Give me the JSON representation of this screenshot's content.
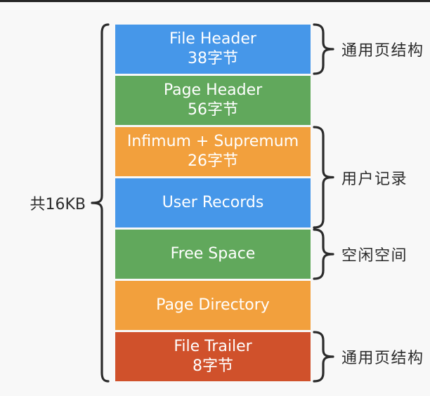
{
  "colors": {
    "background": "#f8f8f8",
    "top_bar": "#262626",
    "brace": "#2b2b2b",
    "annotation_text": "#2b2b2b",
    "block_text": "#ffffff",
    "blue": "#4697e9",
    "green": "#61a85c",
    "orange": "#f2a03d",
    "red": "#d0512b"
  },
  "left_annotation": {
    "label": "共16KB",
    "covers_blocks": [
      0,
      6
    ]
  },
  "blocks": [
    {
      "name": "File Header",
      "size": "38字节",
      "color_key": "blue"
    },
    {
      "name": "Page Header",
      "size": "56字节",
      "color_key": "green"
    },
    {
      "name": "Infimum + Supremum",
      "size": "26字节",
      "color_key": "orange"
    },
    {
      "name": "User Records",
      "size": "",
      "color_key": "blue"
    },
    {
      "name": "Free Space",
      "size": "",
      "color_key": "green"
    },
    {
      "name": "Page Directory",
      "size": "",
      "color_key": "orange"
    },
    {
      "name": "File Trailer",
      "size": "8字节",
      "color_key": "red"
    }
  ],
  "right_annotations": [
    {
      "label": "通用页结构",
      "covers_blocks": [
        0,
        0
      ]
    },
    {
      "label": "用户记录",
      "covers_blocks": [
        2,
        3
      ]
    },
    {
      "label": "空闲空间",
      "covers_blocks": [
        4,
        4
      ]
    },
    {
      "label": "通用页结构",
      "covers_blocks": [
        6,
        6
      ]
    }
  ]
}
